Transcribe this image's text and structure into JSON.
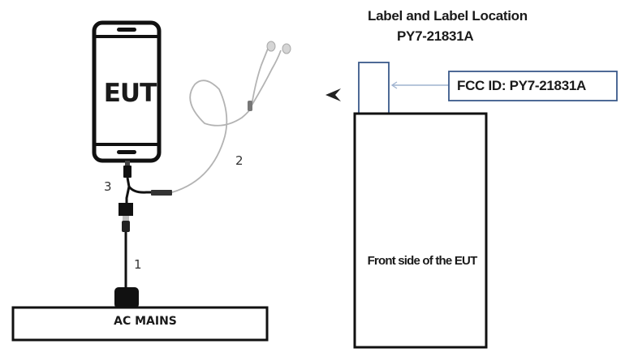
{
  "diagram": {
    "left_setup": {
      "device_label": "EUT",
      "power_source_label": "AC MAINS",
      "cable_labels": {
        "power_cable": "1",
        "earphone_cable": "2",
        "adapter_cable": "3"
      }
    },
    "right_setup": {
      "title": "Label and Label Location",
      "subtitle": "PY7-21831A",
      "fcc_label_text": "FCC ID: PY7-21831A",
      "device_side_label": "Front side of the EUT"
    },
    "colors": {
      "line": "#111111",
      "label_box": "#3b5a8a",
      "pointer_arrow": "#9fb3cf",
      "earphone_cable": "#b0b0b0"
    }
  }
}
